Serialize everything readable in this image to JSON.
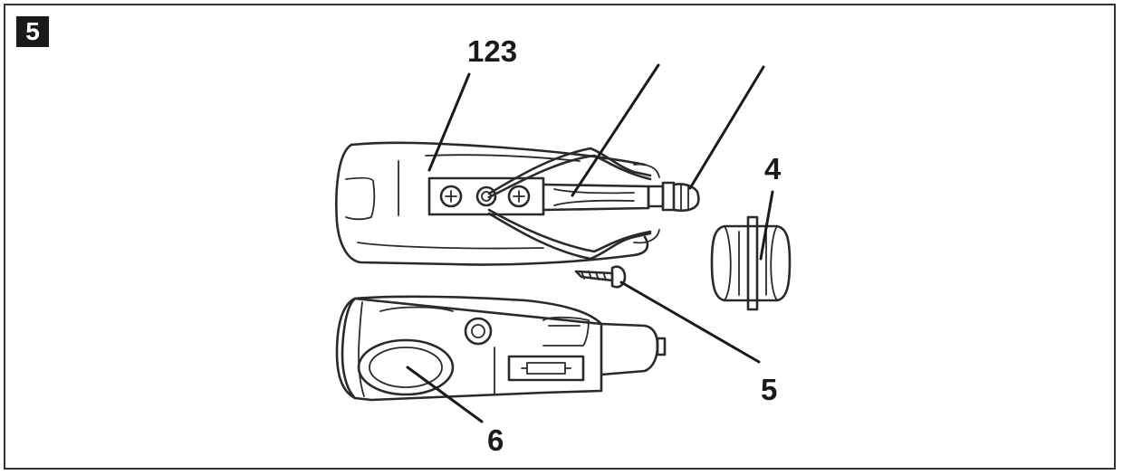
{
  "figure": {
    "number": "5"
  },
  "callouts": {
    "label_123": "123",
    "label_4": "4",
    "label_5": "5",
    "label_6": "6"
  },
  "colors": {
    "ink": "#2a2a2a",
    "badge": "#1a1a1a",
    "background": "#ffffff"
  }
}
